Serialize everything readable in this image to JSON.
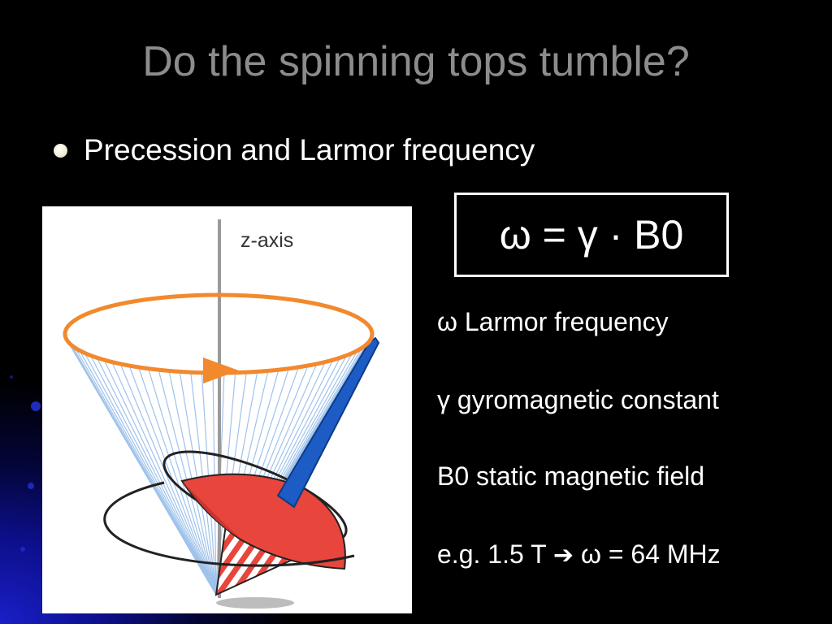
{
  "slide": {
    "title": "Do the spinning tops tumble?",
    "bullet": "Precession and Larmor frequency",
    "figure": {
      "axis_label": "z-axis"
    },
    "formula": "ω = γ · B0",
    "definitions": [
      {
        "text": "ω Larmor frequency"
      },
      {
        "text": "γ gyromagnetic constant"
      },
      {
        "text": "B0 static magnetic field"
      },
      {
        "prefix": "e.g. 1.5 T",
        "arrow": "➔",
        "suffix": "ω = 64 MHz"
      }
    ]
  },
  "colors": {
    "background": "#000000",
    "title": "#8c8c8c",
    "text": "#ffffff",
    "accent_glow": "#1a1fc8",
    "orbit": "#f2892d",
    "top_red": "#e8453c",
    "spin_axis_blue": "#1c5cc4",
    "cone_lines": "#8fb8e8"
  },
  "icons": {
    "bullet": "bullet-dot-icon",
    "arrow": "right-arrow-icon"
  }
}
